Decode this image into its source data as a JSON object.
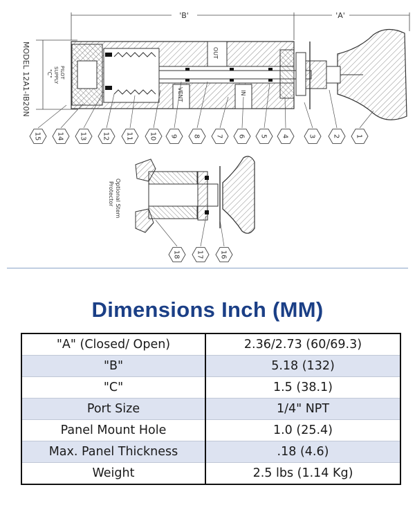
{
  "drawing": {
    "model": "MODEL 12A1-IB20N",
    "pilot_supply": [
      "PILOT",
      "SUPPLY"
    ],
    "dim_c": "\"C\"",
    "dim_b": "'B'",
    "dim_a": "'A'",
    "port_out": "OUT",
    "port_in": "IN",
    "port_vent": "VENT",
    "part_numbers_main": [
      "15",
      "14",
      "13",
      "12",
      "11",
      "10",
      "9",
      "8",
      "7",
      "6",
      "5",
      "4",
      "3",
      "2",
      "1"
    ],
    "optional_label": [
      "Optional Stem",
      "Protector"
    ],
    "part_numbers_optional": [
      "18",
      "17",
      "16"
    ]
  },
  "dimensions": {
    "title": "Dimensions  Inch (MM)",
    "rows": [
      {
        "label": "\"A\" (Closed/ Open)",
        "value": "2.36/2.73 (60/69.3)"
      },
      {
        "label": "\"B\"",
        "value": "5.18 (132)"
      },
      {
        "label": "\"C\"",
        "value": "1.5 (38.1)"
      },
      {
        "label": "Port Size",
        "value": "1/4\" NPT"
      },
      {
        "label": "Panel Mount Hole",
        "value": "1.0 (25.4)"
      },
      {
        "label": "Max. Panel Thickness",
        "value": ".18 (4.6)"
      },
      {
        "label": "Weight",
        "value": "2.5 lbs (1.14 Kg)"
      }
    ]
  },
  "colors": {
    "title": "#1b3f86",
    "row_shade": "#dde3f1",
    "divider": "#8aa4c8"
  }
}
